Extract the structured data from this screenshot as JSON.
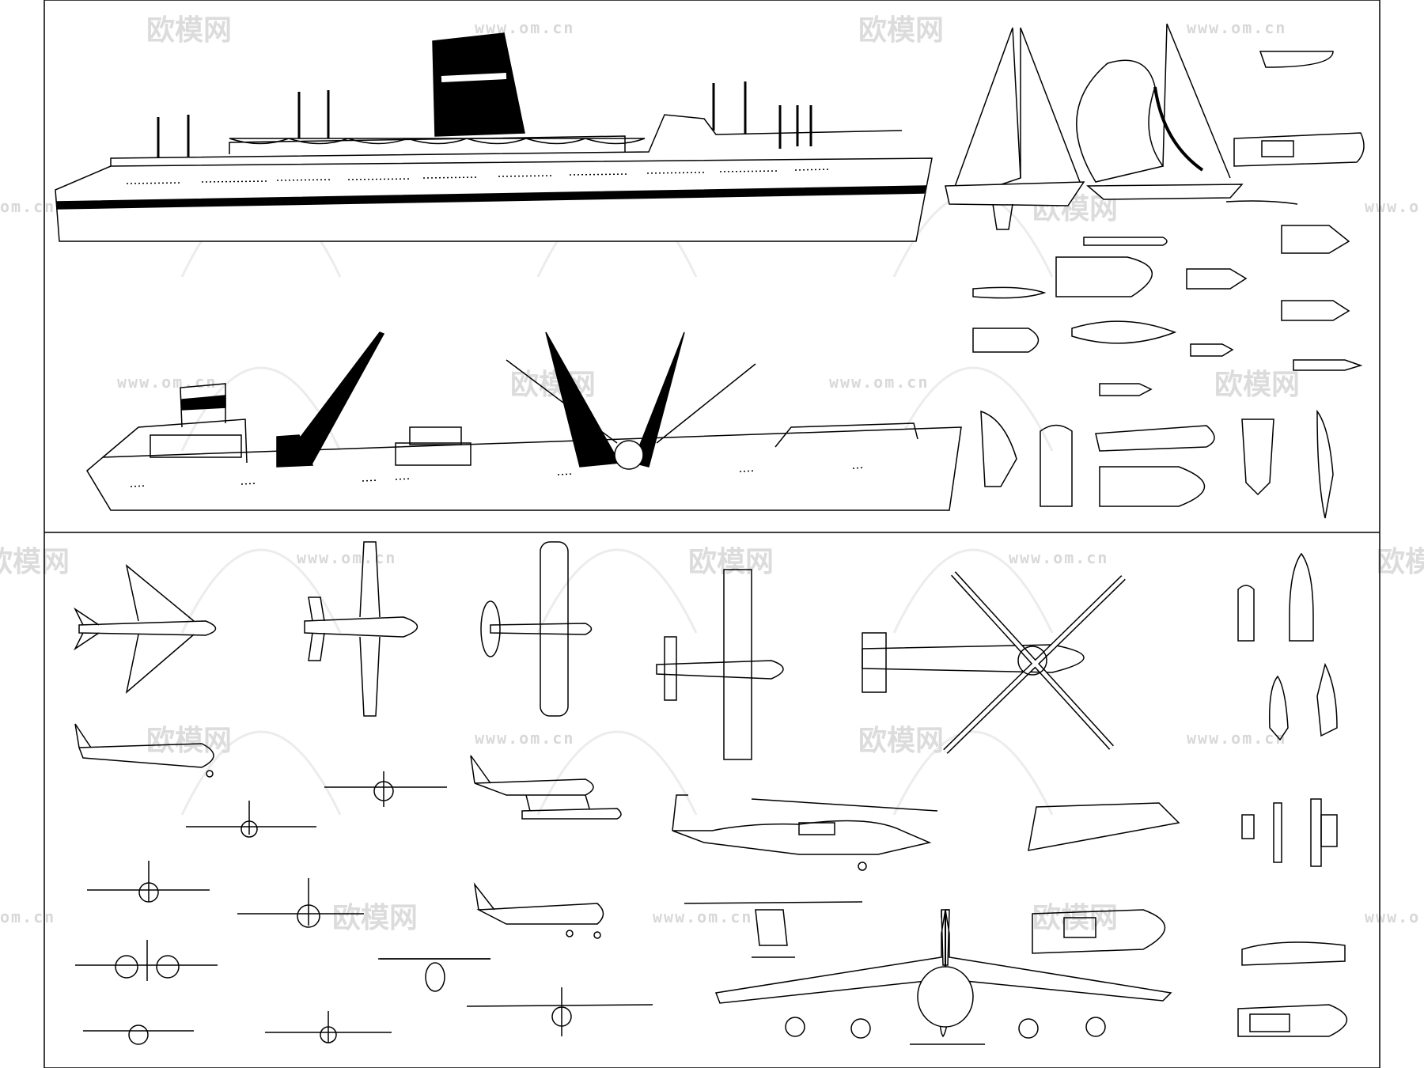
{
  "watermark": {
    "brand": "欧模网",
    "url": "www.om.cn",
    "url_partial_left": "om.cn",
    "url_partial_right": "www.o",
    "brand_partial_left": "欧模网",
    "brand_partial_right": "欧模"
  },
  "colors": {
    "line": "#000000",
    "background": "#ffffff",
    "watermark": "#e8e8e8"
  }
}
